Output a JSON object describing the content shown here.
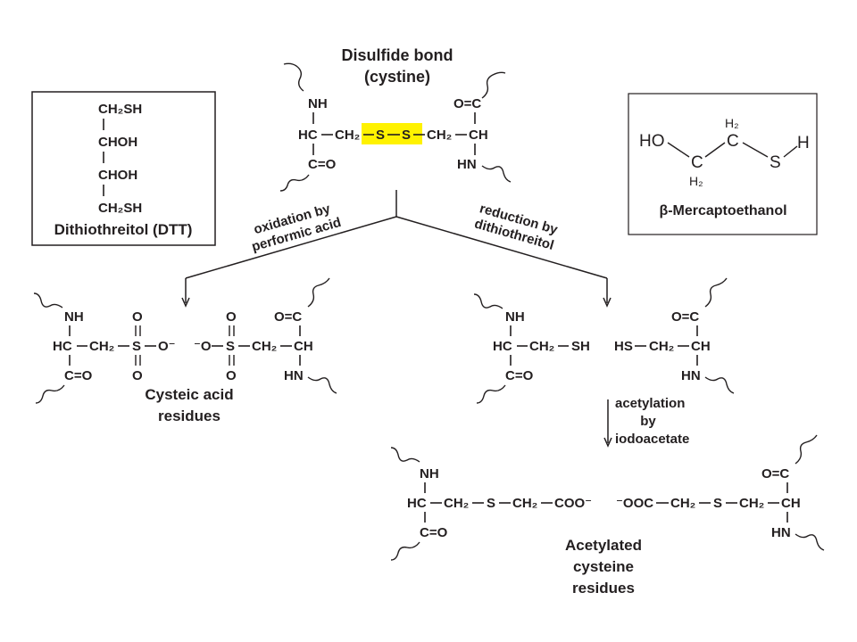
{
  "title": {
    "line1": "Disulfide bond",
    "line2": "(cystine)"
  },
  "dtt_box": {
    "name": "Dithiothreitol (DTT)",
    "rows": [
      "CH₂SH",
      "CHOH",
      "CHOH",
      "CH₂SH"
    ]
  },
  "bme_box": {
    "name": "β-Mercaptoethanol",
    "atoms": {
      "ho": "HO",
      "c1": "C",
      "c2": "C",
      "h2a": "H₂",
      "h2b": "H₂",
      "s": "S",
      "h": "H"
    }
  },
  "arrows": {
    "oxidation": {
      "line1": "oxidation by",
      "line2": "performic acid"
    },
    "reduction": {
      "line1": "reduction by",
      "line2": "dithiothreitol"
    },
    "acetylation": {
      "line1": "acetylation",
      "line2": "by",
      "line3": "iodoacetate"
    }
  },
  "cystine": {
    "nh": "NH",
    "hc": "HC",
    "ch2_left": "CH₂",
    "s1": "S",
    "s2": "S",
    "ch2_right": "CH₂",
    "ch": "CH",
    "co_left": "C=O",
    "oc_right": "O=C",
    "hn": "HN"
  },
  "cysteic": {
    "caption1": "Cysteic acid",
    "caption2": "residues",
    "left": {
      "nh": "NH",
      "hc": "HC",
      "ch2": "CH₂",
      "s": "S",
      "o_minus": "O⁻",
      "o_top": "O",
      "o_bot": "O",
      "co": "C=O"
    },
    "right": {
      "o_minus": "⁻O",
      "s": "S",
      "o_top": "O",
      "o_bot": "O",
      "ch2": "CH₂",
      "ch": "CH",
      "oc": "O=C",
      "hn": "HN"
    }
  },
  "reduced": {
    "left": {
      "nh": "NH",
      "hc": "HC",
      "ch2": "CH₂",
      "sh": "SH",
      "co": "C=O"
    },
    "right": {
      "hs": "HS",
      "ch2": "CH₂",
      "ch": "CH",
      "oc": "O=C",
      "hn": "HN"
    }
  },
  "acetylated": {
    "caption1": "Acetylated",
    "caption2": "cysteine",
    "caption3": "residues",
    "left": {
      "nh": "NH",
      "hc": "HC",
      "ch2a": "CH₂",
      "s": "S",
      "ch2b": "CH₂",
      "coo": "COO⁻",
      "co": "C=O"
    },
    "right": {
      "ooc": "⁻OOC",
      "ch2a": "CH₂",
      "s": "S",
      "ch2b": "CH₂",
      "ch": "CH",
      "oc": "O=C",
      "hn": "HN"
    }
  },
  "colors": {
    "ink": "#231f20",
    "highlight": "#fff200",
    "box_border": "#231f20"
  }
}
